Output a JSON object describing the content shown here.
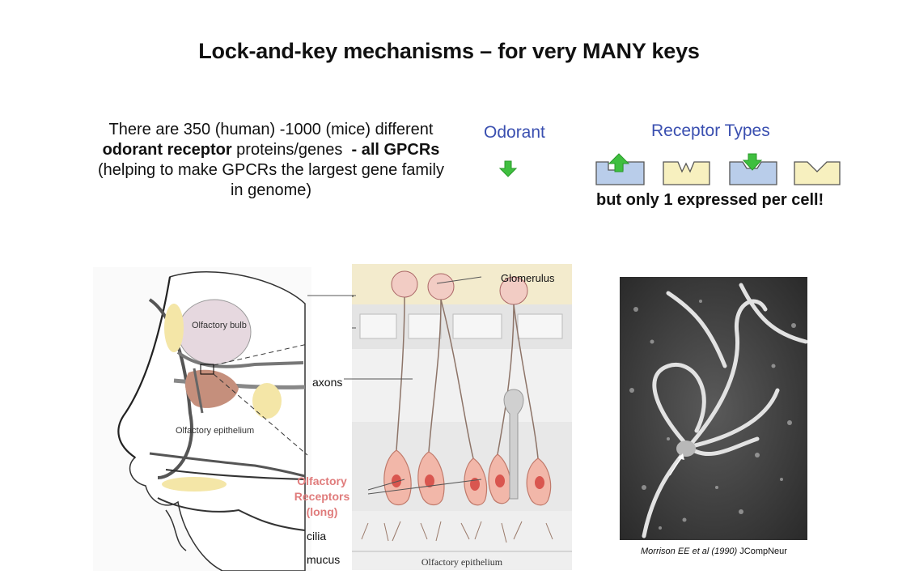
{
  "slide": {
    "title": "Lock-and-key mechanisms – for very MANY keys",
    "body": {
      "line1": "There are 350 (human) -1000 (mice) different",
      "line2_bold": "odorant receptor",
      "line2_rest": " proteins/genes  ",
      "line2_bold2": "- all GPCRs",
      "line3": "(helping to make GPCRs the largest gene family",
      "line4": "in genome)"
    },
    "odorant_label": "Odorant",
    "receptor_types_label": "Receptor Types",
    "expressed_note": "but only 1 expressed per cell!",
    "colors": {
      "odorant_green": "#3fbf3f",
      "receptor_blue": "#b9cdea",
      "receptor_yellow": "#f7f0bf",
      "label_blue": "#3a4fb0",
      "receptor_text": "#e07c7c"
    }
  },
  "figure_left": {
    "olfactory_bulb": "Olfactory bulb",
    "olfactory_epithelium": "Olfactory epithelium"
  },
  "figure_middle": {
    "glomerulus": "Glomerulus",
    "axons": "axons",
    "receptors_line1": "Olfactory",
    "receptors_line2": "Receptors",
    "receptors_line3": "(long)",
    "cilia": "cilia",
    "mucus": "mucus",
    "epithelium_caption": "Olfactory epithelium"
  },
  "figure_right": {
    "caption_italic": "Morrison EE et al (1990)",
    "caption_rest": " JCompNeur"
  }
}
